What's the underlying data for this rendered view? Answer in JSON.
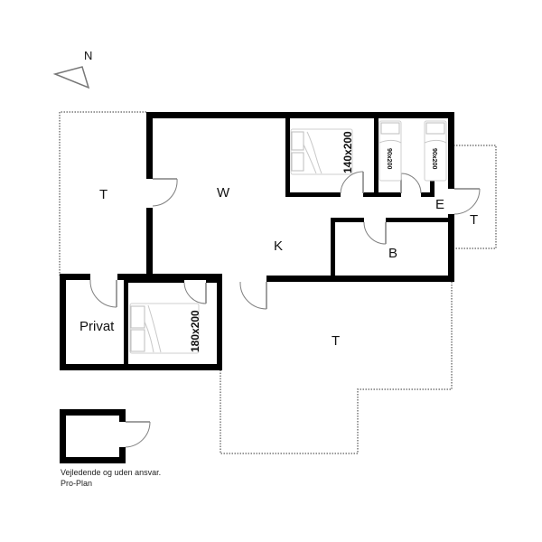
{
  "compass": {
    "label": "N",
    "icon": "north-arrow-icon"
  },
  "rooms": {
    "terrace_west": "T",
    "living": "W",
    "kitchen": "K",
    "bedroom_1_bed": "140x200",
    "bedroom_2_bed_a": "90x200",
    "bedroom_2_bed_b": "90x200",
    "entrance": "E",
    "terrace_east": "T",
    "bathroom": "B",
    "private": "Privat",
    "bedroom_3_bed": "180x200",
    "terrace_south": "T"
  },
  "footer": {
    "disclaimer": "Vejledende og uden ansvar.",
    "credit": "Pro-Plan"
  }
}
